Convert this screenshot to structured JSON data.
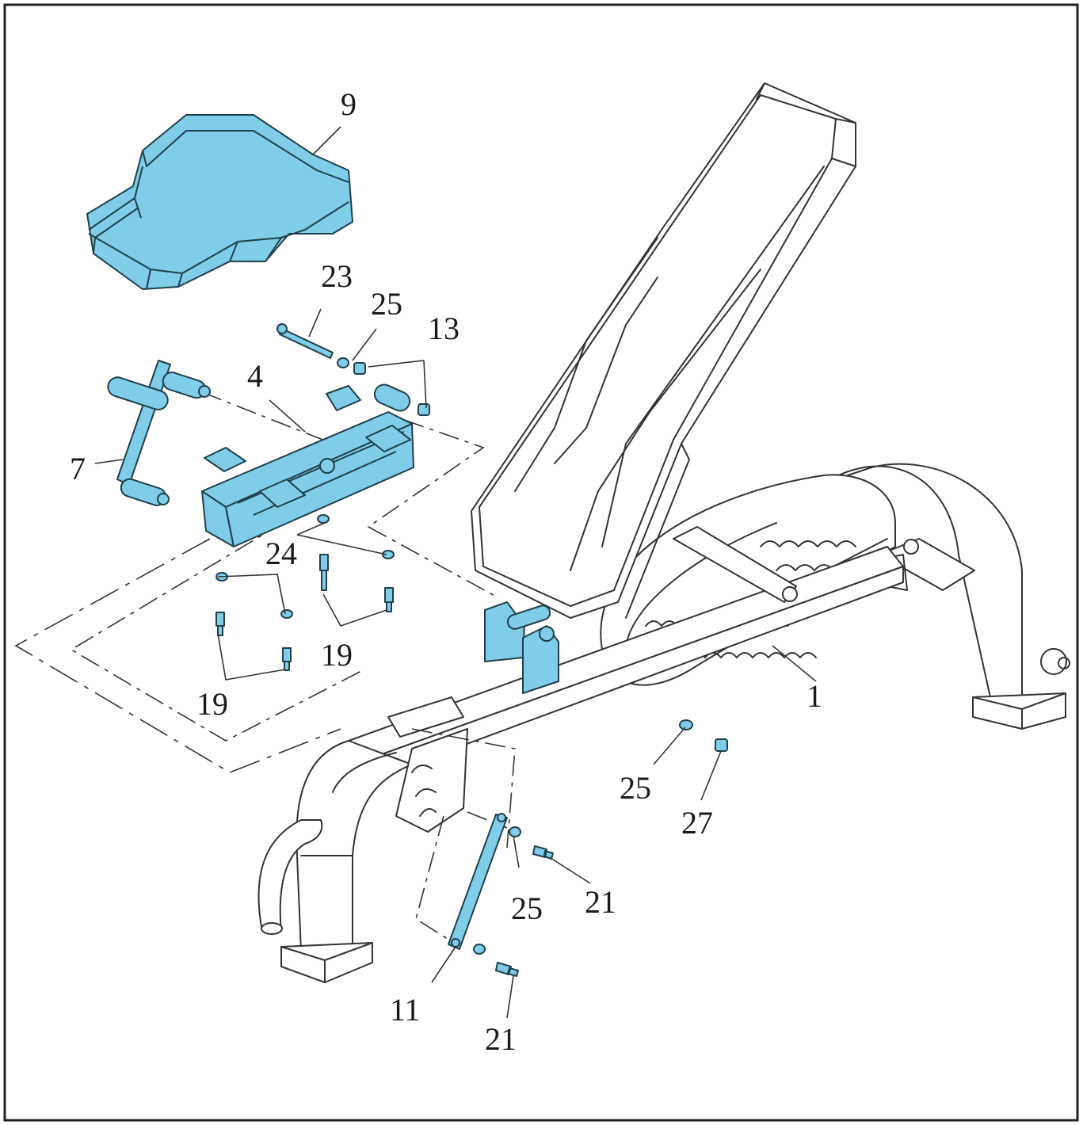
{
  "colors": {
    "part_fill": "#7fcde8",
    "line": "#333333",
    "background": "#ffffff"
  },
  "labels": [
    {
      "id": "p9",
      "text": "9"
    },
    {
      "id": "p23",
      "text": "23"
    },
    {
      "id": "p25a",
      "text": "25"
    },
    {
      "id": "p13",
      "text": "13"
    },
    {
      "id": "p4",
      "text": "4"
    },
    {
      "id": "p7",
      "text": "7"
    },
    {
      "id": "p24",
      "text": "24"
    },
    {
      "id": "p19a",
      "text": "19"
    },
    {
      "id": "p19b",
      "text": "19"
    },
    {
      "id": "p1",
      "text": "1"
    },
    {
      "id": "p25b",
      "text": "25"
    },
    {
      "id": "p27",
      "text": "27"
    },
    {
      "id": "p25c",
      "text": "25"
    },
    {
      "id": "p21a",
      "text": "21"
    },
    {
      "id": "p11",
      "text": "11"
    },
    {
      "id": "p21b",
      "text": "21"
    }
  ]
}
